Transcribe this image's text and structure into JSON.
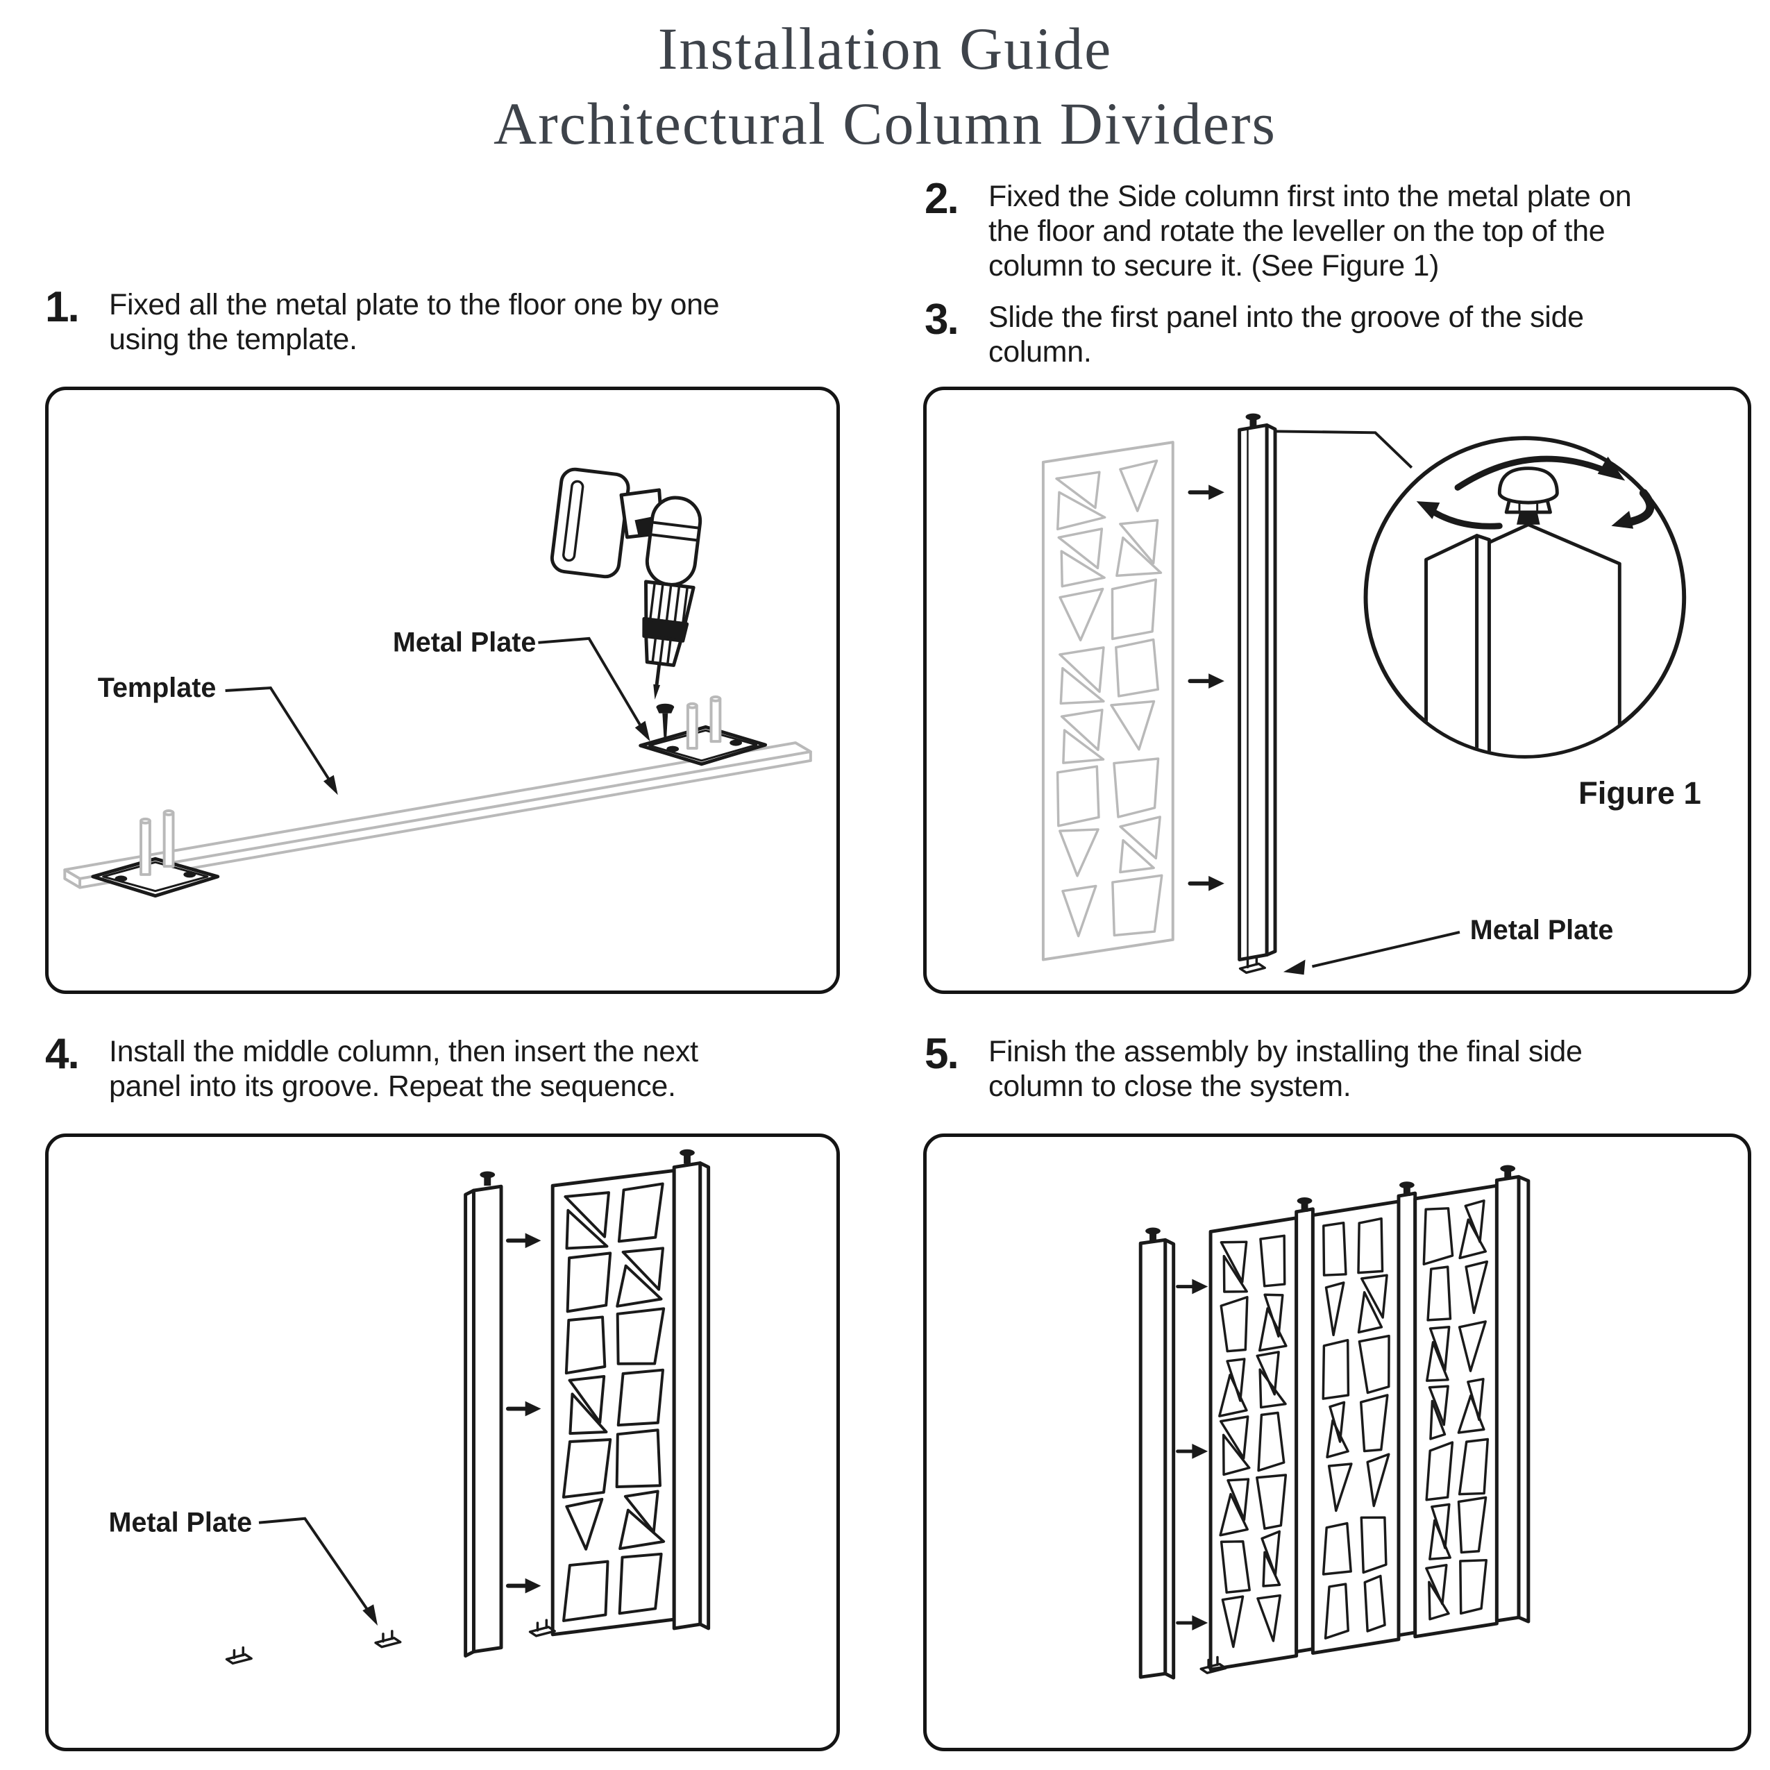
{
  "title": {
    "line1": "Installation Guide",
    "line2": "Architectural Column Dividers"
  },
  "steps": [
    {
      "num": "1.",
      "lines": [
        "Fixed all the metal plate to the floor one by one",
        "using the template."
      ]
    },
    {
      "num": "2.",
      "lines": [
        "Fixed the Side column first into the metal plate on",
        "the floor and rotate the leveller on the top of the",
        "column to secure it. (See Figure 1)"
      ]
    },
    {
      "num": "3.",
      "lines": [
        "Slide the first panel into the groove of the side",
        "column."
      ]
    },
    {
      "num": "4.",
      "lines": [
        "Install the middle column, then insert the next",
        "panel into its groove. Repeat the sequence."
      ]
    },
    {
      "num": "5.",
      "lines": [
        "Finish the assembly by installing the final side",
        "column to close the system."
      ]
    }
  ],
  "figures": {
    "panel1": {
      "labels": {
        "metal_plate": "Metal Plate",
        "template": "Template"
      }
    },
    "panel2": {
      "labels": {
        "metal_plate": "Metal Plate",
        "figure": "Figure 1"
      }
    },
    "panel4": {
      "labels": {
        "metal_plate": "Metal Plate"
      }
    }
  },
  "colors": {
    "ink": "#1a1a1a",
    "ghost": "#b9b9b9",
    "title": "#3e434a",
    "panel_border": "#141414"
  }
}
